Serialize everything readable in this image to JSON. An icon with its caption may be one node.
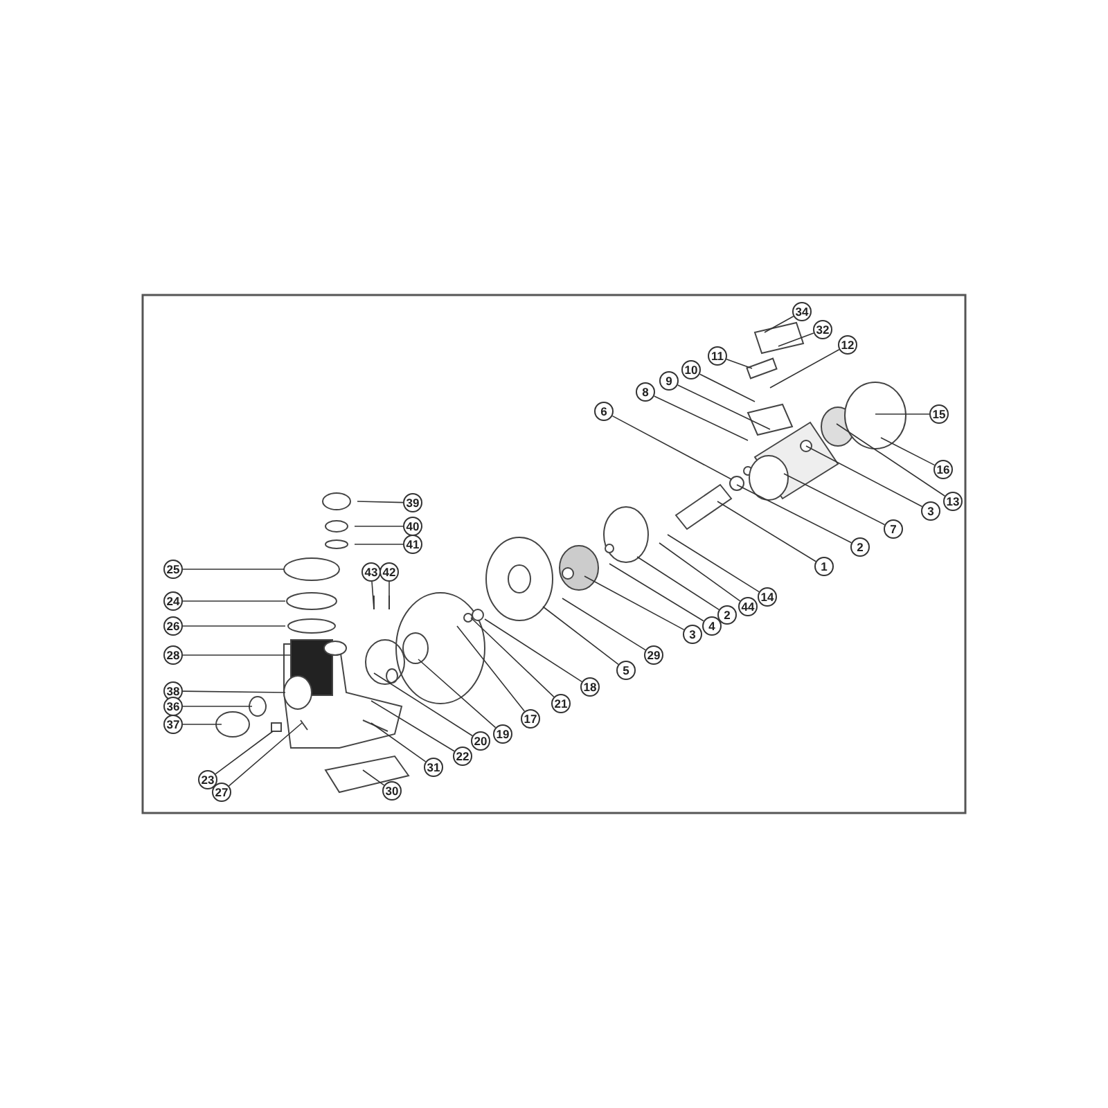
{
  "diagram": {
    "nodes": [
      {
        "text": [
          "34"
        ]
      },
      {
        "text": [
          "32"
        ]
      },
      {
        "text": [
          "12"
        ]
      },
      {
        "text": [
          "11"
        ]
      },
      {
        "text": [
          "10"
        ]
      },
      {
        "text": [
          "9"
        ]
      },
      {
        "text": [
          "8"
        ]
      },
      {
        "text": [
          "6"
        ]
      },
      {
        "text": [
          "15"
        ]
      },
      {
        "text": [
          "16"
        ]
      },
      {
        "text": [
          "13"
        ]
      },
      {
        "text": [
          "39"
        ]
      },
      {
        "text": [
          "3"
        ]
      },
      {
        "text": [
          "40"
        ]
      },
      {
        "text": [
          "7"
        ]
      },
      {
        "text": [
          "41"
        ]
      },
      {
        "text": [
          "2"
        ]
      },
      {
        "text": [
          "1"
        ]
      },
      {
        "text": [
          "25"
        ]
      },
      {
        "text": [
          "43"
        ]
      },
      {
        "text": [
          "42"
        ]
      },
      {
        "text": [
          "14"
        ]
      },
      {
        "text": [
          "24"
        ]
      },
      {
        "text": [
          "44"
        ]
      },
      {
        "text": [
          "2"
        ]
      },
      {
        "text": [
          "26"
        ]
      },
      {
        "text": [
          "4"
        ]
      },
      {
        "text": [
          "3"
        ]
      },
      {
        "text": [
          "28"
        ]
      },
      {
        "text": [
          "29"
        ]
      },
      {
        "text": [
          "5"
        ]
      },
      {
        "text": [
          "18"
        ]
      },
      {
        "text": [
          "38"
        ]
      },
      {
        "text": [
          "21"
        ]
      },
      {
        "text": [
          "36"
        ]
      },
      {
        "text": [
          "17"
        ]
      },
      {
        "text": [
          "37"
        ]
      },
      {
        "text": [
          "19"
        ]
      },
      {
        "text": [
          "20"
        ]
      },
      {
        "text": [
          "22"
        ]
      },
      {
        "text": [
          "31"
        ]
      },
      {
        "text": [
          "23"
        ]
      },
      {
        "text": [
          "30"
        ]
      },
      {
        "text": [
          "27"
        ]
      }
    ],
    "edges": [
      {
        "from": 0,
        "to": null,
        "arrow": "none"
      },
      {
        "from": 1,
        "to": null,
        "arrow": "none"
      },
      {
        "from": 2,
        "to": null,
        "arrow": "none"
      },
      {
        "from": 3,
        "to": null,
        "arrow": "none"
      },
      {
        "from": 4,
        "to": null,
        "arrow": "none"
      },
      {
        "from": 5,
        "to": null,
        "arrow": "none"
      },
      {
        "from": 6,
        "to": null,
        "arrow": "none"
      },
      {
        "from": 7,
        "to": null,
        "arrow": "none"
      },
      {
        "from": 8,
        "to": null,
        "arrow": "none"
      },
      {
        "from": 9,
        "to": null,
        "arrow": "none"
      },
      {
        "from": 10,
        "to": null,
        "arrow": "none"
      },
      {
        "from": 11,
        "to": null,
        "arrow": "none"
      },
      {
        "from": 12,
        "to": null,
        "arrow": "none"
      },
      {
        "from": 13,
        "to": null,
        "arrow": "none"
      },
      {
        "from": 14,
        "to": null,
        "arrow": "none"
      },
      {
        "from": 15,
        "to": null,
        "arrow": "none"
      },
      {
        "from": 16,
        "to": null,
        "arrow": "none"
      },
      {
        "from": 17,
        "to": null,
        "arrow": "none"
      },
      {
        "from": 18,
        "to": null,
        "arrow": "none"
      },
      {
        "from": 19,
        "to": null,
        "arrow": "none"
      },
      {
        "from": 20,
        "to": null,
        "arrow": "none"
      },
      {
        "from": 21,
        "to": null,
        "arrow": "none"
      },
      {
        "from": 22,
        "to": null,
        "arrow": "none"
      },
      {
        "from": 23,
        "to": null,
        "arrow": "none"
      },
      {
        "from": 24,
        "to": null,
        "arrow": "none"
      },
      {
        "from": 25,
        "to": null,
        "arrow": "none"
      },
      {
        "from": 26,
        "to": null,
        "arrow": "none"
      },
      {
        "from": 27,
        "to": null,
        "arrow": "none"
      },
      {
        "from": 28,
        "to": null,
        "arrow": "none"
      },
      {
        "from": 29,
        "to": null,
        "arrow": "none"
      },
      {
        "from": 30,
        "to": null,
        "arrow": "none"
      },
      {
        "from": 31,
        "to": null,
        "arrow": "none"
      },
      {
        "from": 32,
        "to": null,
        "arrow": "none"
      },
      {
        "from": 33,
        "to": null,
        "arrow": "none"
      },
      {
        "from": 34,
        "to": null,
        "arrow": "none"
      },
      {
        "from": 35,
        "to": null,
        "arrow": "none"
      },
      {
        "from": 36,
        "to": null,
        "arrow": "none"
      },
      {
        "from": 37,
        "to": null,
        "arrow": "none"
      },
      {
        "from": 38,
        "to": null,
        "arrow": "none"
      },
      {
        "from": 39,
        "to": null,
        "arrow": "none"
      },
      {
        "from": 40,
        "to": null,
        "arrow": "none"
      },
      {
        "from": 41,
        "to": null,
        "arrow": "none"
      },
      {
        "from": 42,
        "to": null,
        "arrow": "none"
      },
      {
        "from": 43,
        "to": null,
        "arrow": "none"
      }
    ]
  }
}
